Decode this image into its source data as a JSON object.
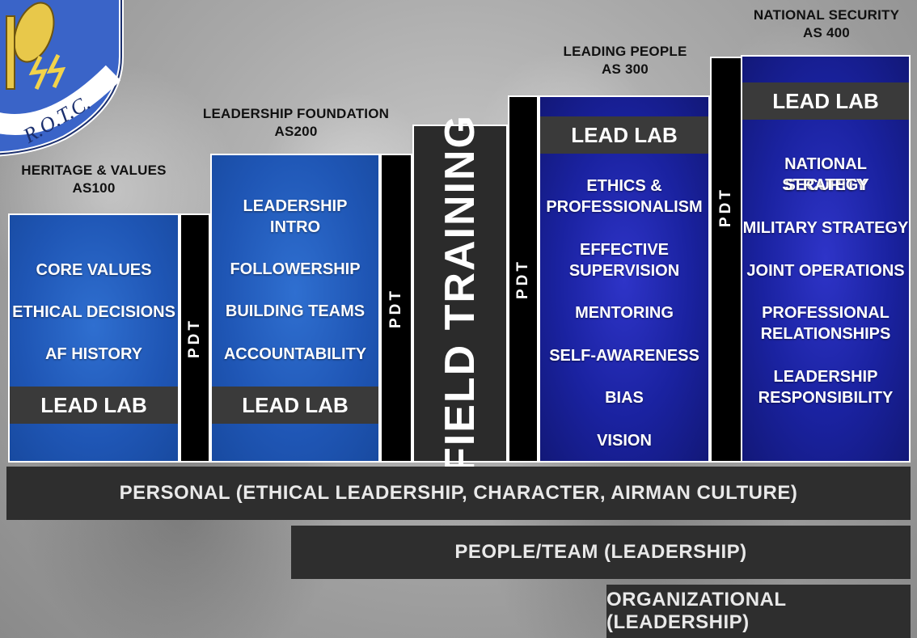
{
  "columns": [
    {
      "header": [
        "HERITAGE & VALUES",
        "AS100"
      ],
      "items": [
        "CORE VALUES",
        "ETHICAL DECISIONS",
        "AF HISTORY"
      ],
      "lab": "LEAD LAB"
    },
    {
      "header": [
        "LEADERSHIP FOUNDATION",
        "AS200"
      ],
      "items": [
        "LEADERSHIP",
        "INTRO",
        "FOLLOWERSHIP",
        "BUILDING TEAMS",
        "ACCOUNTABILITY"
      ],
      "lab": "LEAD LAB"
    },
    {
      "header": [
        "LEADING PEOPLE",
        "AS 300"
      ],
      "lab": "LEAD LAB",
      "items": [
        "ETHICS &",
        "PROFESSIONALISM",
        "EFFECTIVE",
        "SUPERVISION",
        "MENTORING",
        "SELF-AWARENESS",
        "BIAS",
        "VISION"
      ]
    },
    {
      "header": [
        "NATIONAL SECURITY",
        "AS 400"
      ],
      "lab": "LEAD LAB",
      "items": [
        "NATIONAL SECURITY",
        "STRATEGY",
        "MILITARY STRATEGY",
        "JOINT OPERATIONS",
        "PROFESSIONAL",
        "RELATIONSHIPS",
        "LEADERSHIP",
        "RESPONSIBILITY"
      ]
    }
  ],
  "pdt_label": "PDT",
  "field_training": "FIELD TRAINING",
  "bars": [
    "PERSONAL (ETHICAL LEADERSHIP, CHARACTER, AIRMAN CULTURE)",
    "PEOPLE/TEAM (LEADERSHIP)",
    "ORGANIZATIONAL (LEADERSHIP)"
  ],
  "logo_text": "R.O.T.C.",
  "colors": {
    "blue": "#1f56b5",
    "navy": "#1a22a0",
    "lab_gray": "#3a3a3a",
    "bar_gray": "#2e2e2e"
  }
}
